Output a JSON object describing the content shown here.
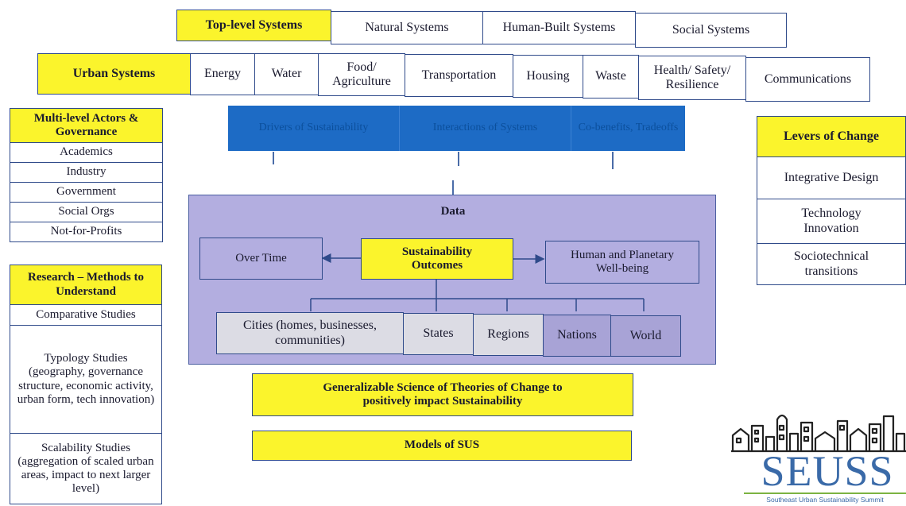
{
  "top_row": {
    "header": "Top-level Systems",
    "items": [
      "Natural Systems",
      "Human-Built Systems",
      "Social Systems"
    ]
  },
  "urban_row": {
    "header": "Urban Systems",
    "items": [
      "Energy",
      "Water",
      "Food/ Agriculture",
      "Transportation",
      "Housing",
      "Waste",
      "Health/ Safety/ Resilience",
      "Communications"
    ]
  },
  "actors": {
    "header": "Multi-level Actors & Governance",
    "items": [
      "Academics",
      "Industry",
      "Government",
      "Social Orgs",
      "Not-for-Profits"
    ]
  },
  "research": {
    "header": "Research – Methods to Understand",
    "items": [
      "Comparative Studies",
      "Typology Studies (geography, governance structure, economic activity, urban form, tech innovation)",
      "Scalability Studies (aggregation of scaled urban areas, impact to next larger level)"
    ]
  },
  "levers": {
    "header": "Levers of Change",
    "items": [
      "Integrative Design",
      "Technology Innovation",
      "Sociotechnical transitions"
    ]
  },
  "blue_band": [
    "Drivers of Sustainability",
    "Interactions of Systems",
    "Co-benefits, Tradeoffs"
  ],
  "data_panel": {
    "title": "Data",
    "outcomes": "Sustainability Outcomes",
    "over_time": "Over Time",
    "wellbeing": "Human and Planetary Well-being",
    "scales": [
      "Cities (homes, businesses, communities)",
      "States",
      "Regions",
      "Nations",
      "World"
    ]
  },
  "bottom": {
    "science": "Generalizable Science of Theories of Change to positively impact Sustainability",
    "models": "Models of SUS"
  },
  "logo": {
    "name": "SEUSS",
    "tagline": "Southeast Urban Sustainability Summit"
  },
  "colors": {
    "yellow": "#fbf42c",
    "border": "#2f4a8a",
    "blue_band": "#1d6bc5",
    "purple_panel": "#b3aee0",
    "logo_blue": "#3a6aa8",
    "logo_green": "#7cb342"
  }
}
